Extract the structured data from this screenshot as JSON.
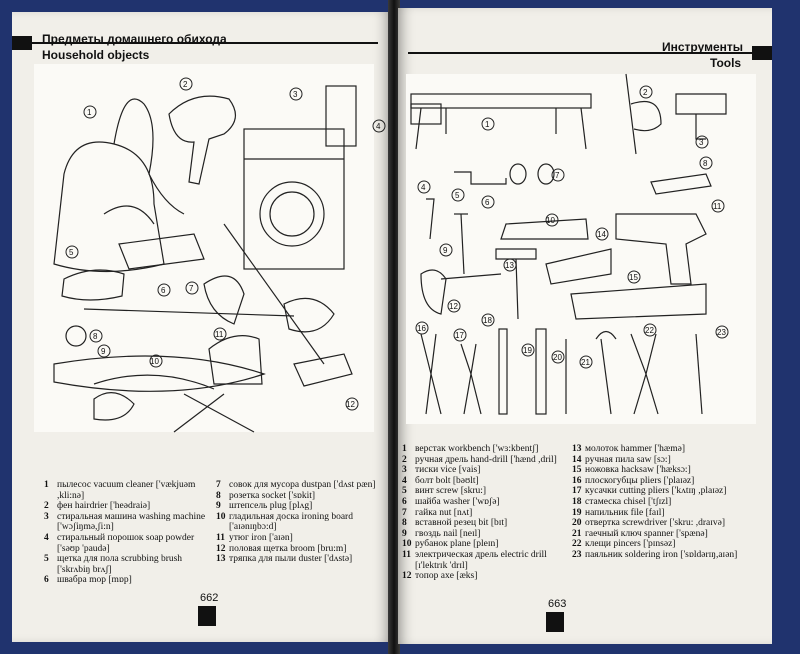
{
  "left_page": {
    "title_ru": "Предметы домашнего обихода",
    "title_en": "Household objects",
    "page_number": "662",
    "figure_numbers": [
      "1",
      "2",
      "3",
      "4",
      "5",
      "6",
      "7",
      "8",
      "9",
      "10",
      "11",
      "12"
    ],
    "items": [
      {
        "n": "1",
        "text": "пылесос vacuum cleaner ['vækjuəm ,kli:nə]"
      },
      {
        "n": "2",
        "text": "фен hairdrier ['heədraiə]"
      },
      {
        "n": "3",
        "text": "стиральная машина washing machine ['wɔʃiŋmə,ʃi:n]"
      },
      {
        "n": "4",
        "text": "стиральный порошок soap powder ['səʊp 'paudə]"
      },
      {
        "n": "5",
        "text": "щетка для пола scrubbing brush ['skrʌbiŋ brʌʃ]"
      },
      {
        "n": "6",
        "text": "швабра mop [mɒp]"
      },
      {
        "n": "7",
        "text": "совок для мусора dustpan ['dʌst pæn]"
      },
      {
        "n": "8",
        "text": "розетка socket ['sɒkit]"
      },
      {
        "n": "9",
        "text": "штепсель plug [plʌg]"
      },
      {
        "n": "10",
        "text": "гладильная доска ironing board ['aɪənɪŋbɔ:d]"
      },
      {
        "n": "11",
        "text": "утюг iron ['aɪən]"
      },
      {
        "n": "12",
        "text": "половая щетка broom [bru:m]"
      },
      {
        "n": "13",
        "text": "тряпка для пыли duster ['dʌstə]"
      }
    ]
  },
  "right_page": {
    "title_ru": "Инструменты",
    "title_en": "Tools",
    "page_number": "663",
    "figure_numbers": [
      "1",
      "2",
      "3",
      "4",
      "5",
      "6",
      "7",
      "8",
      "9",
      "10",
      "11",
      "12",
      "13",
      "14",
      "15",
      "16",
      "17",
      "18",
      "19",
      "20",
      "21",
      "22",
      "23"
    ],
    "items": [
      {
        "n": "1",
        "text": "верстак workbench ['wɜ:kbentʃ]"
      },
      {
        "n": "2",
        "text": "ручная дрель hand-drill ['hænd ,dril]"
      },
      {
        "n": "3",
        "text": "тиски vice [vais]"
      },
      {
        "n": "4",
        "text": "болт bolt [bəʊlt]"
      },
      {
        "n": "5",
        "text": "винт screw [skru:]"
      },
      {
        "n": "6",
        "text": "шайба washer ['wɒʃə]"
      },
      {
        "n": "7",
        "text": "гайка nut [nʌt]"
      },
      {
        "n": "8",
        "text": "вставной резец bit [bɪt]"
      },
      {
        "n": "9",
        "text": "гвоздь nail [neɪl]"
      },
      {
        "n": "10",
        "text": "рубанок plane [pleɪn]"
      },
      {
        "n": "11",
        "text": "электрическая дрель electric drill [ɪ'lektrɪk 'drɪl]"
      },
      {
        "n": "12",
        "text": "топор axe [æks]"
      },
      {
        "n": "13",
        "text": "молоток hammer ['hæmə]"
      },
      {
        "n": "14",
        "text": "ручная пила saw [sɔ:]"
      },
      {
        "n": "15",
        "text": "ножовка hacksaw ['hæksɔ:]"
      },
      {
        "n": "16",
        "text": "плоскогубцы pliers ['plaɪəz]"
      },
      {
        "n": "17",
        "text": "кусачки cutting pliers ['kʌtɪŋ ,plaɪəz]"
      },
      {
        "n": "18",
        "text": "стамеска chisel ['tʃɪzl]"
      },
      {
        "n": "19",
        "text": "напильник file [faɪl]"
      },
      {
        "n": "20",
        "text": "отвертка screwdriver ['skru: ,draɪvə]"
      },
      {
        "n": "21",
        "text": "гаечный ключ spanner ['spænə]"
      },
      {
        "n": "22",
        "text": "клещи pincers ['pɪnsəz]"
      },
      {
        "n": "23",
        "text": "паяльник soldering iron ['sɒldərɪŋ,aɪən]"
      }
    ]
  }
}
